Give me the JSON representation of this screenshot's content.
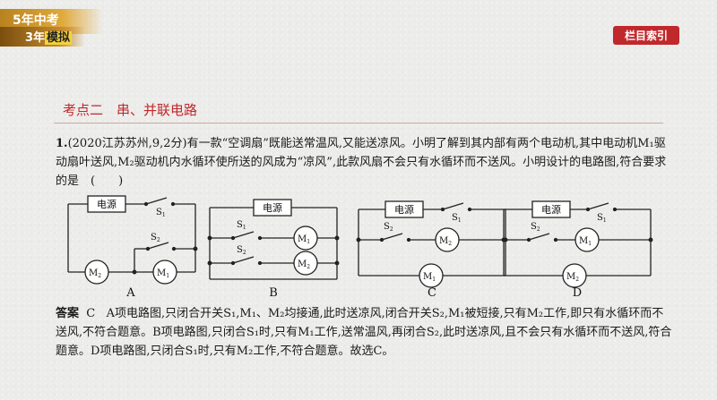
{
  "logo": {
    "line1": "5年中考",
    "line2_a": "3年",
    "line2_b": "模拟"
  },
  "toolbar": {
    "index_label": "栏目索引"
  },
  "section": {
    "title": "考点二　串、并联电路"
  },
  "question": {
    "number": "1.",
    "text": "(2020江苏苏州,9,2分)有一款“空调扇”既能送常温风,又能送凉风。小明了解到其内部有两个电动机,其中电动机M₁驱动扇叶送风,M₂驱动机内水循环使所送的风成为“凉风”,此款风扇不会只有水循环而不送风。小明设计的电路图,符合要求的是　(　　)"
  },
  "circuits": {
    "power_label": "电源",
    "options": [
      "A",
      "B",
      "C",
      "D"
    ],
    "s1": "S",
    "s1_sub": "1",
    "s2": "S",
    "s2_sub": "2",
    "m1": "M",
    "m1_sub": "1",
    "m2": "M",
    "m2_sub": "2"
  },
  "answer": {
    "label": "答案",
    "choice": "C",
    "text": "A项电路图,只闭合开关S₁,M₁、M₂均接通,此时送凉风,闭合开关S₂,M₁被短接,只有M₂工作,即只有水循环而不送风,不符合题意。B项电路图,只闭合S₁时,只有M₁工作,送常温风,再闭合S₂,此时送凉风,且不会只有水循环而不送风,符合题意。D项电路图,只闭合S₁时,只有M₂工作,不符合题意。故选C。"
  }
}
